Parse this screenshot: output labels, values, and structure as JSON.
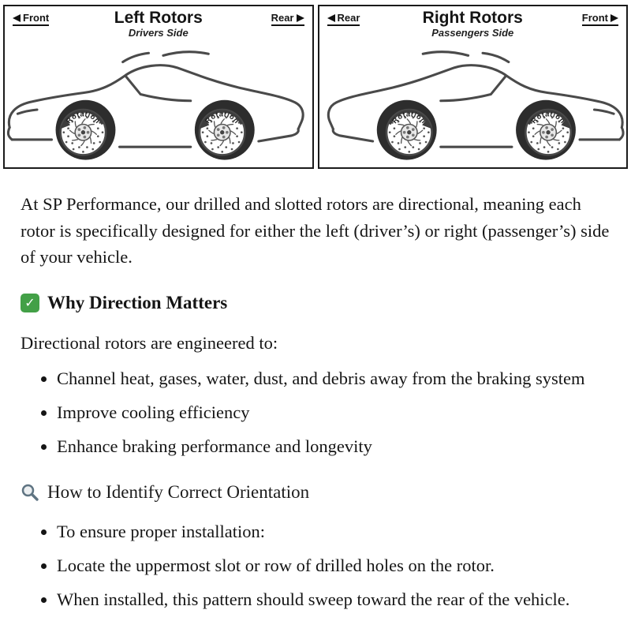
{
  "diagram": {
    "left_panel": {
      "title": "Left Rotors",
      "subtitle": "Drivers Side",
      "left_label": "Front",
      "right_label": "Rear",
      "rotation_label": "Rotation"
    },
    "right_panel": {
      "title": "Right Rotors",
      "subtitle": "Passengers Side",
      "left_label": "Rear",
      "right_label": "Front",
      "rotation_label": "Rotation"
    }
  },
  "content": {
    "intro": "At SP Performance, our drilled and slotted rotors are directional, meaning each rotor is specifically designed for either the left (driver’s) or right (passenger’s) side of your vehicle.",
    "section1": {
      "icon": "check-mark",
      "icon_glyph": "✓",
      "icon_color": "#43a047",
      "heading": "Why Direction Matters",
      "lead": "Directional rotors are engineered to:",
      "bullets": [
        "Channel heat, gases, water, dust, and debris away from the braking system",
        "Improve cooling efficiency",
        "Enhance braking performance and longevity"
      ]
    },
    "section2": {
      "icon": "magnifier",
      "heading": "How to Identify Correct Orientation",
      "bullets": [
        "To ensure proper installation:",
        "Locate the uppermost slot or row of drilled holes on the rotor.",
        "When installed, this pattern should sweep toward the rear of the vehicle."
      ]
    }
  }
}
